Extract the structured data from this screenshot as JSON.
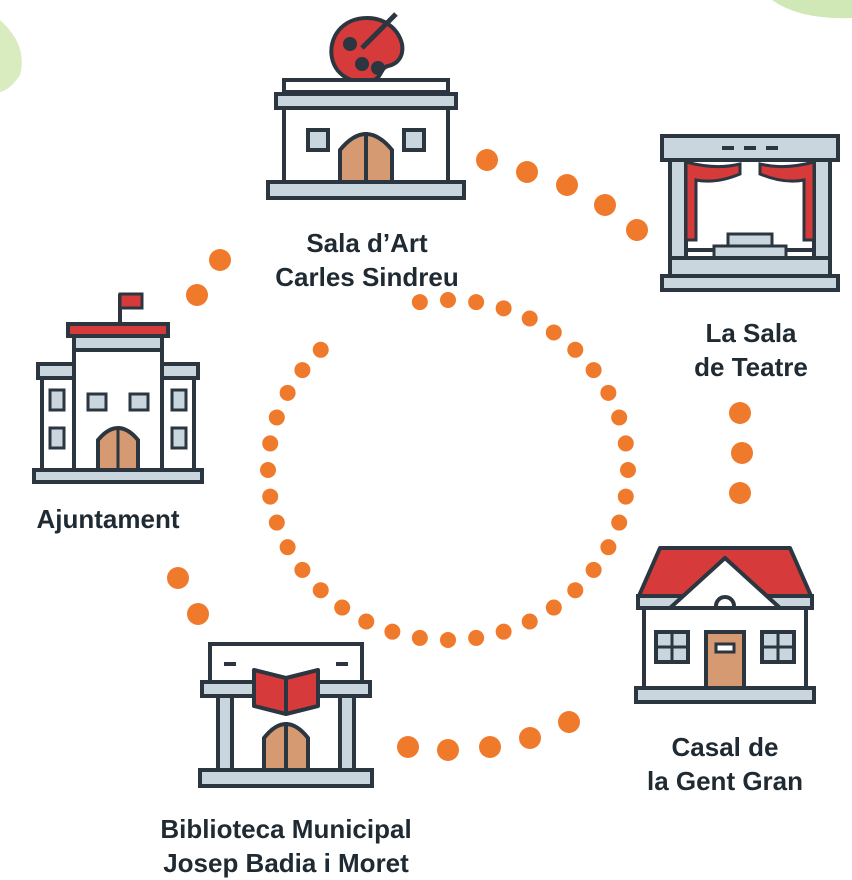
{
  "colors": {
    "dot": "#f07a2b",
    "outline": "#2b3640",
    "wall": "#ffffff",
    "trim": "#c9d6de",
    "roof_red": "#d63a3a",
    "door": "#d69a72",
    "accent_green": "#c8e6a0"
  },
  "nodes": [
    {
      "id": "sala-art",
      "icon": "art-gallery-icon",
      "lines": [
        "Sala d’Art",
        "Carles Sindreu"
      ]
    },
    {
      "id": "sala-teatre",
      "icon": "theatre-stage-icon",
      "lines": [
        "La Sala",
        "de Teatre"
      ]
    },
    {
      "id": "casal",
      "icon": "house-icon",
      "lines": [
        "Casal de",
        "la Gent Gran"
      ]
    },
    {
      "id": "biblioteca",
      "icon": "library-book-icon",
      "lines": [
        "Biblioteca Municipal",
        "Josep Badia i Moret"
      ]
    },
    {
      "id": "ajuntament",
      "icon": "town-hall-icon",
      "lines": [
        "Ajuntament"
      ]
    }
  ]
}
